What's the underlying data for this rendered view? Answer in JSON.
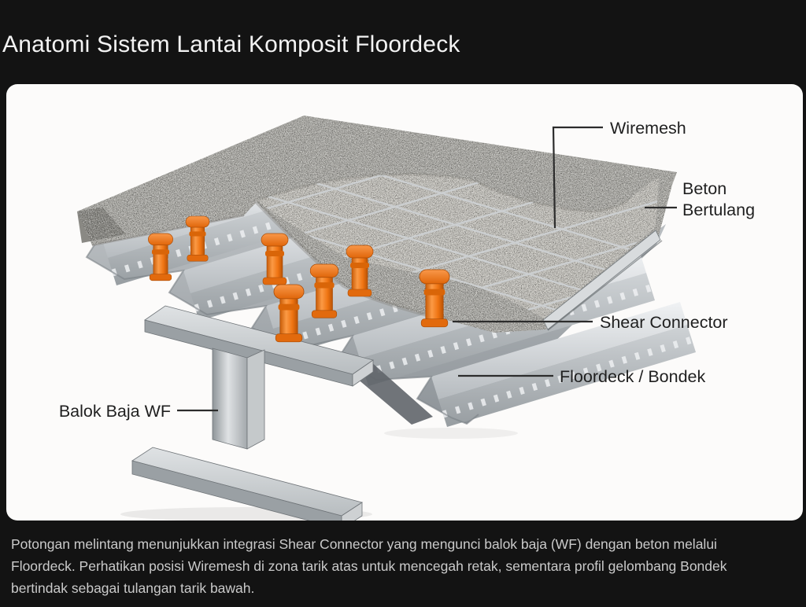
{
  "header": {
    "title": "Anatomi Sistem Lantai Komposit Floordeck"
  },
  "figure": {
    "callouts": {
      "wiremesh": "Wiremesh",
      "beton_line1": "Beton",
      "beton_line2": "Bertulang",
      "shear_connector": "Shear Connector",
      "floordeck": "Floordeck / Bondek",
      "balok": "Balok Baja WF"
    },
    "colors": {
      "stud_orange": "#ef7412",
      "concrete_top": "#aeada8",
      "concrete_ledge": "#c6c4be",
      "steel_light": "#e8eaec",
      "leader_line": "#2c2c2c"
    }
  },
  "caption": {
    "lines": [
      "Potongan melintang menunjukkan integrasi Shear Connector yang mengunci balok baja (WF) dengan beton melalui",
      "Floordeck. Perhatikan posisi Wiremesh di zona tarik atas untuk mencegah retak, sementara profil gelombang Bondek",
      "bertindak sebagai tulangan tarik bawah."
    ]
  }
}
